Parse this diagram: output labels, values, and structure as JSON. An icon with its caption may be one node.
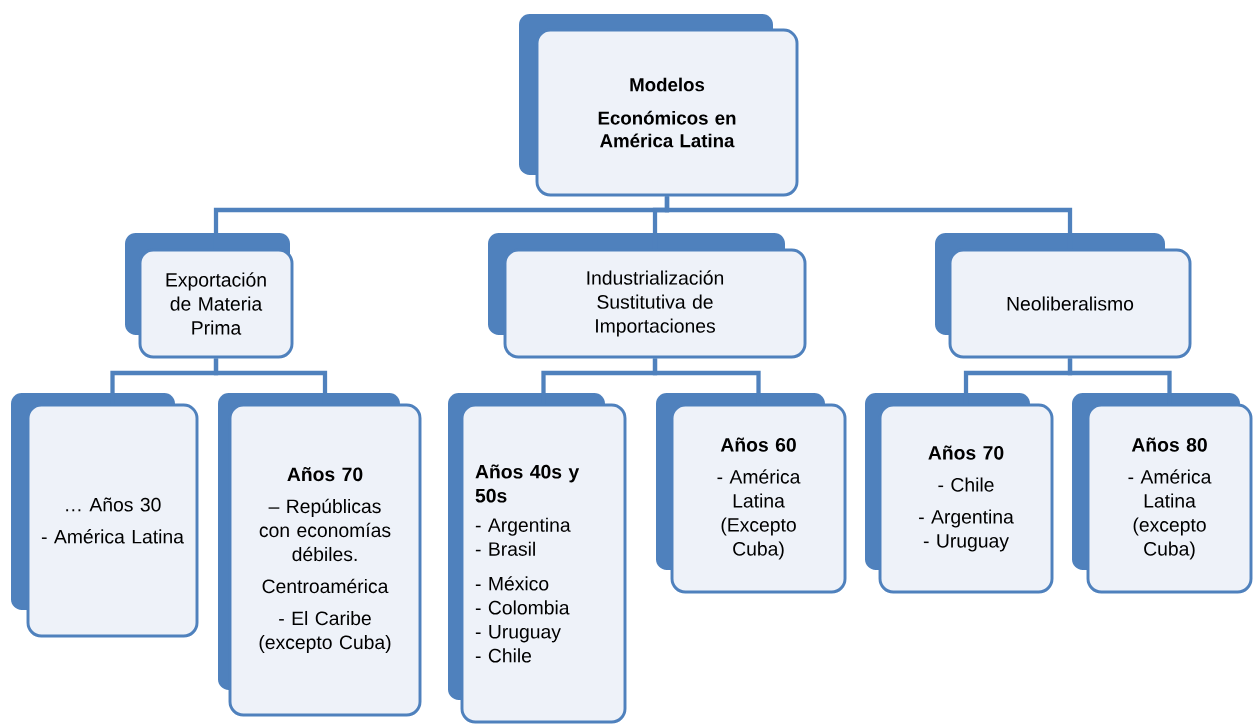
{
  "diagram": {
    "nodes": [
      {
        "text": [
          "Modelos",
          "Económicos en América Latina"
        ]
      },
      {
        "text": [
          "Exportación de Materia Prima"
        ]
      },
      {
        "text": [
          "Industrialización Sustitutiva de Importaciones"
        ]
      },
      {
        "text": [
          "Neoliberalismo"
        ]
      },
      {
        "text": [
          "… Años 30",
          "- América Latina"
        ]
      },
      {
        "text": [
          "Años 70",
          "– Repúblicas con economías débiles.",
          "Centroamérica",
          "- El Caribe (excepto Cuba)"
        ]
      },
      {
        "text": [
          "Años 40s y 50s",
          "- Argentina",
          "- Brasil",
          "- México",
          "- Colombia",
          "- Uruguay",
          "- Chile"
        ]
      },
      {
        "text": [
          "Años 60",
          "- América Latina (Excepto Cuba)"
        ]
      },
      {
        "text": [
          "Años 70",
          "- Chile",
          "- Argentina",
          "- Uruguay"
        ]
      },
      {
        "text": [
          "Años 80",
          "- América Latina (excepto Cuba)"
        ]
      }
    ],
    "edges": [
      {
        "from": 0,
        "to": 1,
        "arrow": "none"
      },
      {
        "from": 0,
        "to": 2,
        "arrow": "none"
      },
      {
        "from": 0,
        "to": 3,
        "arrow": "none"
      },
      {
        "from": 1,
        "to": 4,
        "arrow": "none"
      },
      {
        "from": 1,
        "to": 5,
        "arrow": "none"
      },
      {
        "from": 2,
        "to": 6,
        "arrow": "none"
      },
      {
        "from": 2,
        "to": 7,
        "arrow": "none"
      },
      {
        "from": 3,
        "to": 8,
        "arrow": "none"
      },
      {
        "from": 3,
        "to": 9,
        "arrow": "none"
      }
    ]
  }
}
